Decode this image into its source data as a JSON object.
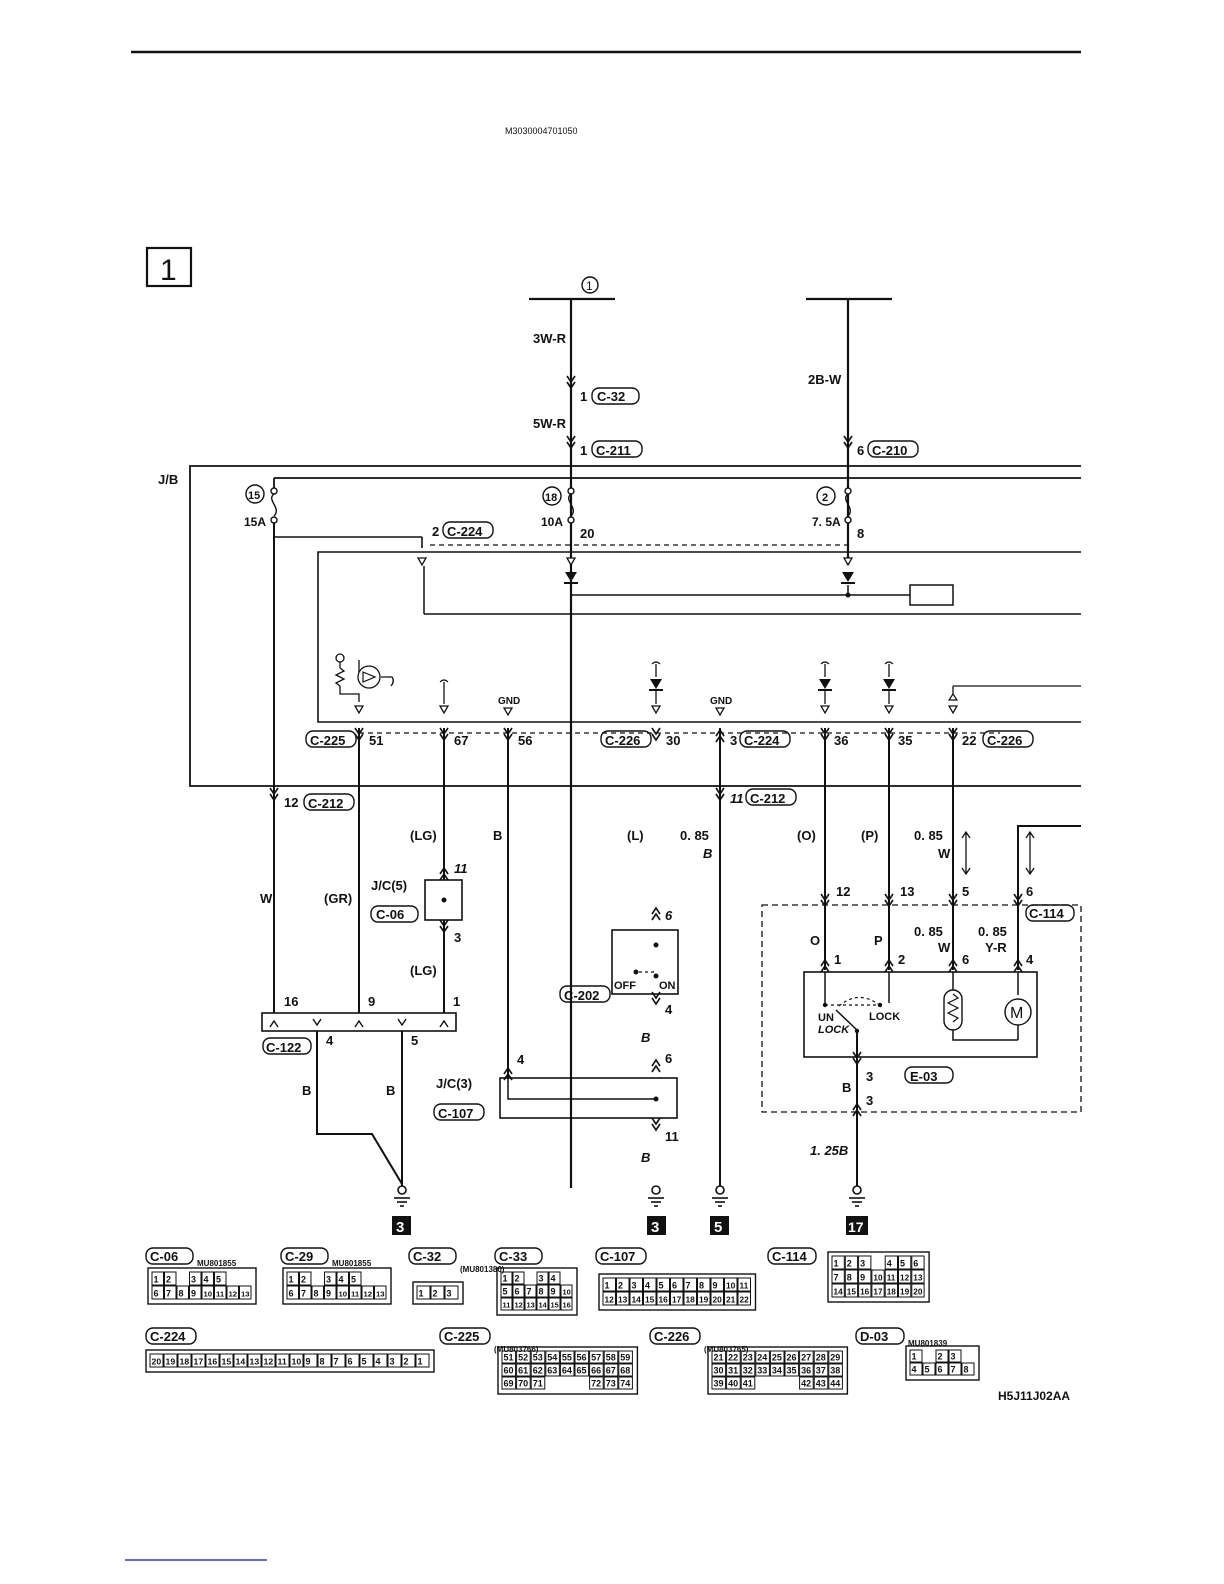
{
  "doc_code": "M3030004701050",
  "page_number": "1",
  "figure_code": "H5J11J02AA",
  "jb_label": "J/B",
  "top_source_left": "1",
  "wires": {
    "w1": "3W-R",
    "w2": "5W-R",
    "w3": "2B-W",
    "w_w": "W",
    "w_gr": "(GR)",
    "w_lg1": "(LG)",
    "w_lg2": "(LG)",
    "w_b1": "B",
    "w_l": "(L)",
    "w_085b_a": "0. 85",
    "w_085b_b": "B",
    "w_o": "(O)",
    "w_p": "(P)",
    "w_085w_a": "0. 85",
    "w_085w_b": "W",
    "w_b2": "B",
    "w_b3": "B",
    "w_b4": "B",
    "w_b5": "B",
    "w_b6": "B",
    "w_o2": "O",
    "w_p2": "P",
    "w_085w2_a": "0. 85",
    "w_085w2_b": "W",
    "w_085yr_a": "0. 85",
    "w_085yr_b": "Y-R",
    "w_125b": "1. 25B"
  },
  "fuses": {
    "f15": "15",
    "f15a": "15A",
    "f18": "18",
    "f10a": "10A",
    "f2": "2",
    "f75a": "7. 5A"
  },
  "connectors": {
    "c32": "C-32",
    "c211": "C-211",
    "c210": "C-210",
    "c224": "C-224",
    "c225": "C-225",
    "c226": "C-226",
    "c212": "C-212",
    "c06": "C-06",
    "c202": "C-202",
    "c122": "C-122",
    "c107": "C-107",
    "c114": "C-114",
    "e03": "E-03"
  },
  "pins": {
    "p1a": "1",
    "p1b": "1",
    "p6": "6",
    "p2": "2",
    "p20": "20",
    "p8": "8",
    "p51": "51",
    "p67": "67",
    "p56": "56",
    "p30": "30",
    "p3": "3",
    "p36": "36",
    "p35": "35",
    "p22": "22",
    "p12": "12",
    "p11": "11",
    "p11b": "11",
    "p3b": "3",
    "p6b": "6",
    "p4": "4",
    "p6c": "6",
    "p11c": "11",
    "p16": "16",
    "p9": "9",
    "p1c": "1",
    "p4b": "4",
    "p5": "5",
    "p4c": "4",
    "p12b": "12",
    "p13": "13",
    "p5b": "5",
    "p6d": "6",
    "p1d": "1",
    "p2b": "2",
    "p6e": "6",
    "p4d": "4",
    "p3c": "3",
    "p3d": "3"
  },
  "labels": {
    "gnd1": "GND",
    "gnd2": "GND",
    "jc5": "J/C(5)",
    "jc3": "J/C(3)",
    "off": "OFF",
    "on": "ON",
    "unlock1": "UN",
    "unlock2": "LOCK",
    "lock": "LOCK"
  },
  "ground_refs": [
    "3",
    "3",
    "5",
    "17"
  ],
  "connector_views": {
    "c06": {
      "name": "C-06",
      "part": "MU801855",
      "row1": [
        "1",
        "2",
        "",
        "3",
        "4",
        "5"
      ],
      "row2": [
        "6",
        "7",
        "8",
        "9",
        "10",
        "11",
        "12",
        "13"
      ]
    },
    "c29": {
      "name": "C-29",
      "part": "MU801855",
      "row1": [
        "1",
        "2",
        "",
        "3",
        "4",
        "5"
      ],
      "row2": [
        "6",
        "7",
        "8",
        "9",
        "10",
        "11",
        "12",
        "13"
      ]
    },
    "c32v": {
      "name": "C-32",
      "part": "(MU801380)",
      "row1": [
        "1",
        "2",
        "3"
      ]
    },
    "c33": {
      "name": "C-33",
      "row1": [
        "1",
        "2",
        "",
        "3",
        "4"
      ],
      "row2": [
        "5",
        "6",
        "7",
        "8",
        "9",
        "10"
      ],
      "row3": [
        "11",
        "12",
        "13",
        "14",
        "15",
        "16"
      ]
    },
    "c107v": {
      "name": "C-107",
      "row1": [
        "1",
        "2",
        "3",
        "4",
        "5",
        "6",
        "7",
        "8",
        "9",
        "10",
        "11"
      ],
      "row2": [
        "12",
        "13",
        "14",
        "15",
        "16",
        "17",
        "18",
        "19",
        "20",
        "21",
        "22"
      ]
    },
    "c114v": {
      "name": "C-114",
      "row1": [
        "1",
        "2",
        "3",
        "",
        "4",
        "5",
        "6"
      ],
      "row2": [
        "7",
        "8",
        "9",
        "10",
        "11",
        "12",
        "13"
      ],
      "row3": [
        "14",
        "15",
        "16",
        "17",
        "18",
        "19",
        "20"
      ]
    },
    "c224v": {
      "name": "C-224",
      "row1": [
        "20",
        "19",
        "18",
        "17",
        "16",
        "15",
        "14",
        "13",
        "12",
        "11",
        "10",
        "9",
        "8",
        "7",
        "6",
        "5",
        "4",
        "3",
        "2",
        "1"
      ]
    },
    "c225v": {
      "name": "C-225",
      "part": "(MU803766)",
      "row1": [
        "51",
        "52",
        "53",
        "54",
        "55",
        "56",
        "57",
        "58",
        "59"
      ],
      "row2": [
        "60",
        "61",
        "62",
        "63",
        "64",
        "65",
        "66",
        "67",
        "68"
      ],
      "row3": [
        "69",
        "70",
        "71",
        "",
        "",
        "",
        "72",
        "73",
        "74"
      ]
    },
    "c226v": {
      "name": "C-226",
      "part": "(MU803765)",
      "row1": [
        "21",
        "22",
        "23",
        "24",
        "25",
        "26",
        "27",
        "28",
        "29"
      ],
      "row2": [
        "30",
        "31",
        "32",
        "33",
        "34",
        "35",
        "36",
        "37",
        "38"
      ],
      "row3": [
        "39",
        "40",
        "41",
        "",
        "",
        "",
        "42",
        "43",
        "44"
      ]
    },
    "d03": {
      "name": "D-03",
      "part": "MU801839",
      "row1": [
        "1",
        "",
        "2",
        "3"
      ],
      "row2": [
        "4",
        "5",
        "6",
        "7",
        "8"
      ]
    }
  },
  "colors": {
    "ink": "#111111",
    "paper": "#ffffff",
    "footer_line": "#2b3fd6"
  }
}
